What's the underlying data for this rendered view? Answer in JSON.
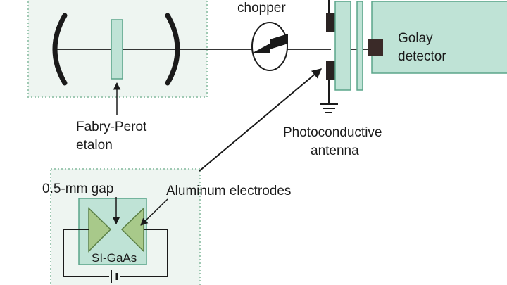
{
  "labels": {
    "chopper": "chopper",
    "golay_line1": "Golay",
    "golay_line2": "detector",
    "fabry_line1": "Fabry-Perot",
    "fabry_line2": "etalon",
    "photo_line1": "Photoconductive",
    "photo_line2": "antenna",
    "gap": "0.5-mm gap",
    "electrodes": "Aluminum electrodes",
    "substrate": "SI-GaAs"
  },
  "colors": {
    "component_fill": "#bfe3d6",
    "component_stroke": "#5aa58a",
    "box_fill": "#eef5f1",
    "box_border": "#9fc9b3",
    "ink": "#1a1a1a",
    "detector_window": "#3a2a28"
  }
}
